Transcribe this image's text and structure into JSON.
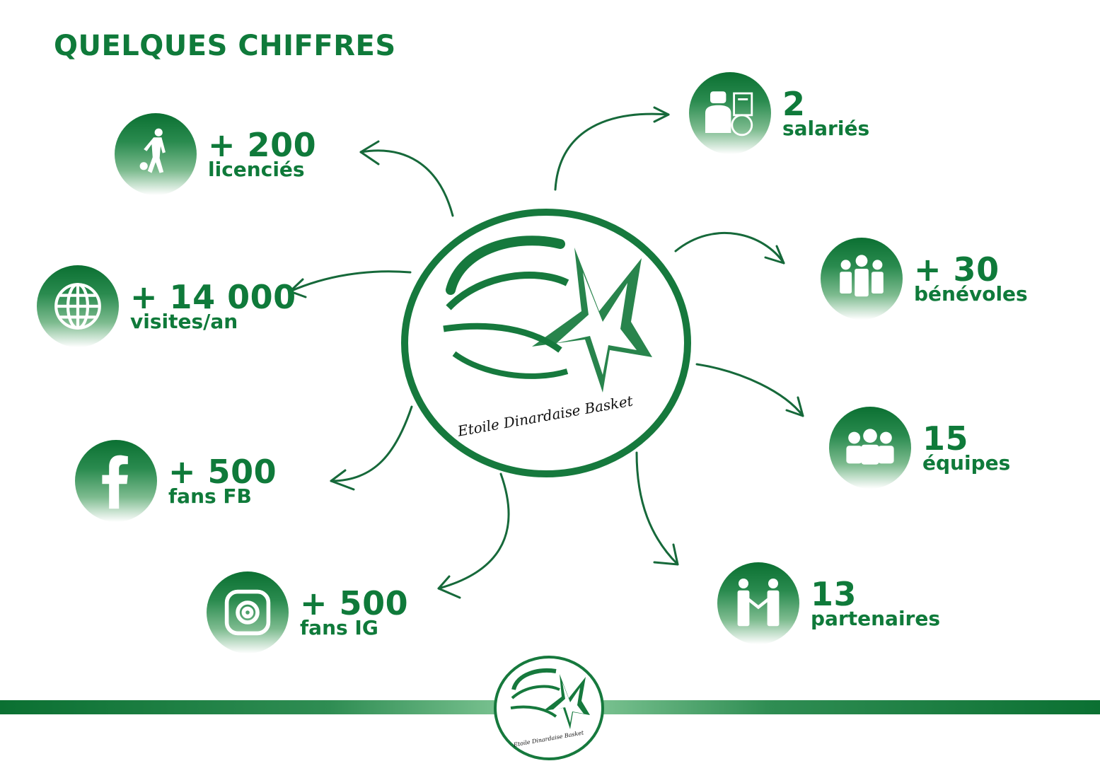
{
  "title": "QUELQUES CHIFFRES",
  "logo_text": "Etoile Dinardaise Basket",
  "colors": {
    "brand_green": "#0f7a3a",
    "dark_green": "#0b7032",
    "light_green": "#8fd1a2"
  },
  "stats": [
    {
      "icon": "basketball-player-icon",
      "number": "+ 200",
      "label": "licenciés"
    },
    {
      "icon": "globe-icon",
      "number": "+ 14 000",
      "label": "visites/an"
    },
    {
      "icon": "facebook-icon",
      "number": "+ 500",
      "label": "fans FB"
    },
    {
      "icon": "instagram-icon",
      "number": "+ 500",
      "label": "fans IG"
    },
    {
      "icon": "staff-icon",
      "number": "2",
      "label": "salariés"
    },
    {
      "icon": "volunteers-icon",
      "number": "+ 30",
      "label": "bénévoles"
    },
    {
      "icon": "teams-icon",
      "number": "15",
      "label": "équipes"
    },
    {
      "icon": "handshake-icon",
      "number": "13",
      "label": "partenaires"
    }
  ]
}
